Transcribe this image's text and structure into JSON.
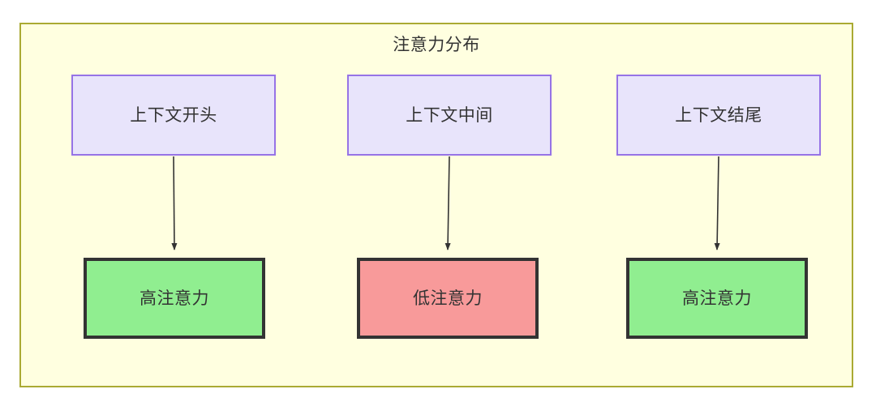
{
  "diagram": {
    "title": "注意力分布",
    "background_color": "#ffffe0",
    "border_color": "#aaaa33",
    "nodes": {
      "top": [
        {
          "id": "context-start",
          "label": "上下文开头",
          "fill": "#e8e4fb",
          "border": "#9673e6"
        },
        {
          "id": "context-middle",
          "label": "上下文中间",
          "fill": "#e8e4fb",
          "border": "#9673e6"
        },
        {
          "id": "context-end",
          "label": "上下文结尾",
          "fill": "#e8e4fb",
          "border": "#9673e6"
        }
      ],
      "bottom": [
        {
          "id": "high-attention-start",
          "label": "高注意力",
          "fill": "#90ee90",
          "border": "#333333"
        },
        {
          "id": "low-attention-middle",
          "label": "低注意力",
          "fill": "#f89a9a",
          "border": "#333333"
        },
        {
          "id": "high-attention-end",
          "label": "高注意力",
          "fill": "#90ee90",
          "border": "#333333"
        }
      ]
    },
    "edges": [
      {
        "from": "context-start",
        "to": "high-attention-start",
        "label": ""
      },
      {
        "from": "context-middle",
        "to": "low-attention-middle",
        "label": ""
      },
      {
        "from": "context-end",
        "to": "high-attention-end",
        "label": ""
      }
    ]
  }
}
